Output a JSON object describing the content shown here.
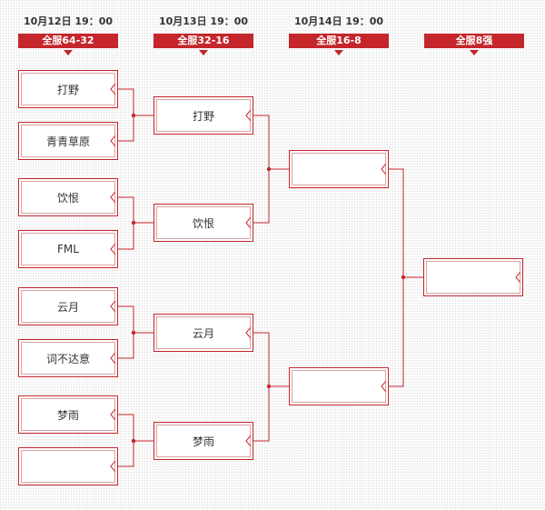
{
  "colors": {
    "accent": "#c4262b",
    "text": "#333333"
  },
  "columns": [
    {
      "date": "10月12日  19：00",
      "stage": "全服64-32"
    },
    {
      "date": "10月13日  19：00",
      "stage": "全服32-16"
    },
    {
      "date": "10月14日  19：00",
      "stage": "全服16-8"
    },
    {
      "date": "",
      "stage": "全服8强"
    }
  ],
  "bracket": {
    "round1": [
      {
        "name": "打野"
      },
      {
        "name": "青青草原"
      },
      {
        "name": "饮恨"
      },
      {
        "name": "FML"
      },
      {
        "name": "云月"
      },
      {
        "name": "词不达意"
      },
      {
        "name": "梦雨"
      },
      {
        "name": ""
      }
    ],
    "round2": [
      {
        "name": "打野"
      },
      {
        "name": "饮恨"
      },
      {
        "name": "云月"
      },
      {
        "name": "梦雨"
      }
    ],
    "round3": [
      {
        "name": ""
      },
      {
        "name": ""
      }
    ],
    "final": [
      {
        "name": ""
      }
    ]
  }
}
